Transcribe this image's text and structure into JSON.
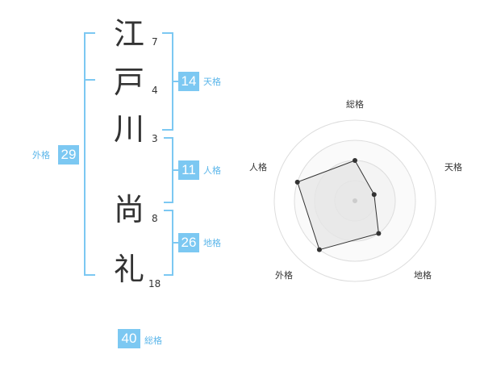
{
  "name": {
    "chars": [
      {
        "char": "江",
        "strokes": "7"
      },
      {
        "char": "戸",
        "strokes": "4"
      },
      {
        "char": "川",
        "strokes": "3"
      },
      {
        "char": "尚",
        "strokes": "8"
      },
      {
        "char": "礼",
        "strokes": "18"
      }
    ]
  },
  "kakusu": {
    "tenkaku": {
      "value": "14",
      "label": "天格"
    },
    "jinkaku": {
      "value": "11",
      "label": "人格"
    },
    "chikaku": {
      "value": "26",
      "label": "地格"
    },
    "gaikaku": {
      "value": "29",
      "label": "外格"
    },
    "soukaku": {
      "value": "40",
      "label": "総格"
    }
  },
  "colors": {
    "accent": "#7cc8f2",
    "accent_text": "#5bb6ea",
    "radar_fill": "#eeeeee",
    "radar_line": "#333333"
  },
  "chart_data": {
    "type": "radar",
    "axes": [
      "総格",
      "天格",
      "地格",
      "外格",
      "人格"
    ],
    "rings": 4,
    "max": 4,
    "values": [
      2,
      1,
      2,
      3,
      3
    ]
  }
}
